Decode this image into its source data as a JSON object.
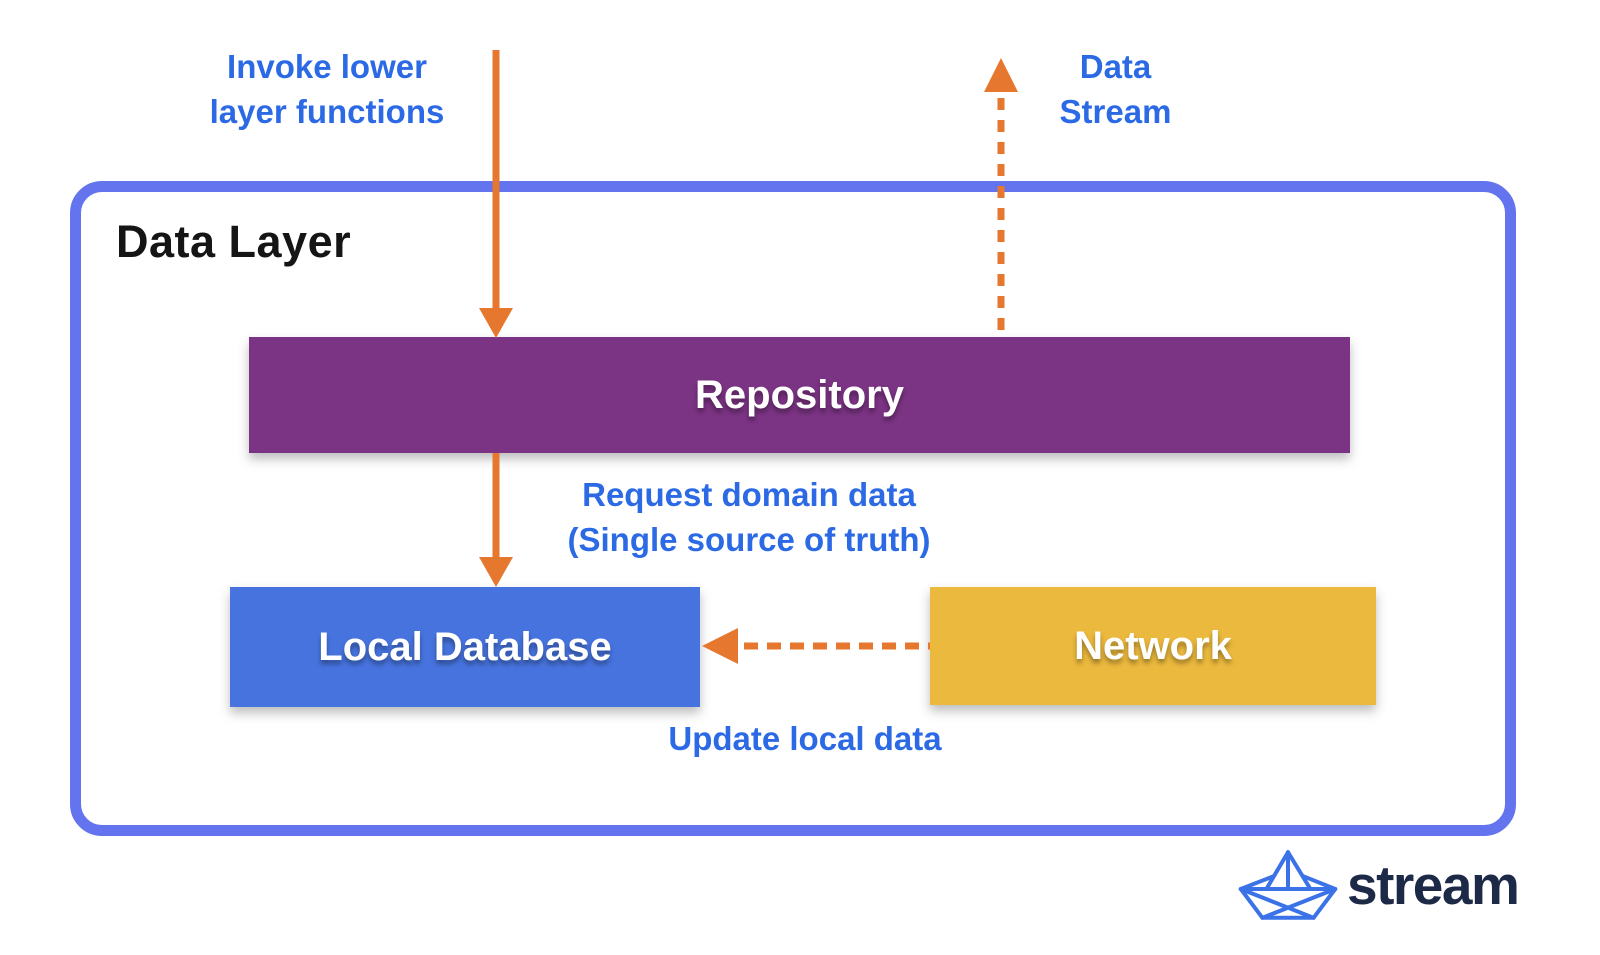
{
  "diagram": {
    "title": "Data Layer",
    "nodes": {
      "repository": {
        "label": "Repository",
        "color": "#7B3383"
      },
      "local_database": {
        "label": "Local Database",
        "color": "#4673DE"
      },
      "network": {
        "label": "Network",
        "color": "#EBB93D"
      }
    },
    "annotations": {
      "invoke_lower": {
        "line1": "Invoke lower",
        "line2": "layer functions"
      },
      "data_stream": {
        "line1": "Data",
        "line2": "Stream"
      },
      "request_domain": {
        "line1": "Request domain data",
        "line2": "(Single source of truth)"
      },
      "update_local": {
        "text": "Update local data"
      }
    },
    "arrows": [
      {
        "name": "invoke-arrow",
        "style": "solid",
        "direction": "down",
        "from": "outside-top",
        "to": "repository"
      },
      {
        "name": "data-stream-arrow",
        "style": "dashed",
        "direction": "up",
        "from": "repository",
        "to": "outside-top"
      },
      {
        "name": "request-arrow",
        "style": "solid",
        "direction": "down",
        "from": "repository",
        "to": "local_database"
      },
      {
        "name": "network-to-db-arrow",
        "style": "dashed",
        "direction": "left",
        "from": "network",
        "to": "local_database"
      }
    ],
    "colors": {
      "background": "#FFFFFF",
      "frame_border": "#6374EE",
      "annotation_text": "#2B6AE4",
      "arrow": "#E6772E",
      "title_text": "#151515",
      "node_text": "#FFFFFF",
      "logo_text": "#1D2A47",
      "logo_icon": "#3B72E8"
    },
    "logo": {
      "icon": "paper-boat-icon",
      "text": "stream"
    }
  }
}
